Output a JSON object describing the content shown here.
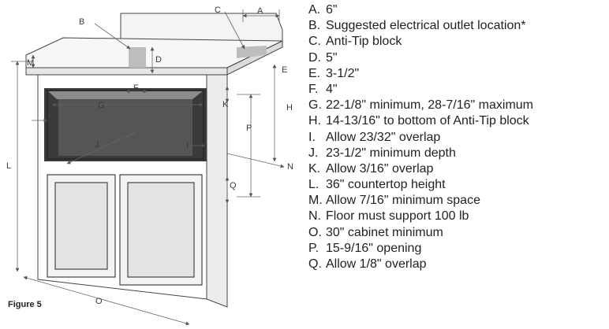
{
  "figure_label": "Figure 5",
  "diagram_labels": {
    "A": "A",
    "B": "B",
    "C": "C",
    "D": "D",
    "E": "E",
    "F": "F",
    "G": "G",
    "H": "H",
    "I1": "I",
    "I2": "I",
    "J": "J",
    "K": "K",
    "L": "L",
    "M": "M",
    "N": "N",
    "O": "O",
    "P": "P",
    "Q": "Q"
  },
  "legend": [
    {
      "key": "A.",
      "text": "6\""
    },
    {
      "key": "B.",
      "text": "Suggested electrical outlet location*"
    },
    {
      "key": "C.",
      "text": "Anti-Tip block"
    },
    {
      "key": "D.",
      "text": "5\""
    },
    {
      "key": "E.",
      "text": "3-1/2\""
    },
    {
      "key": "F.",
      "text": "4\""
    },
    {
      "key": "G.",
      "text": "22-1/8\" minimum, 28-7/16\" maximum"
    },
    {
      "key": "H.",
      "text": "14-13/16\" to bottom of Anti-Tip block"
    },
    {
      "key": "I.",
      "text": "Allow 23/32\" overlap"
    },
    {
      "key": "J.",
      "text": "23-1/2\" minimum depth"
    },
    {
      "key": "K.",
      "text": "Allow 3/16\" overlap"
    },
    {
      "key": "L.",
      "text": "36\" countertop height"
    },
    {
      "key": "M.",
      "text": "Allow 7/16\" minimum space"
    },
    {
      "key": "N.",
      "text": "Floor must support 100 lb"
    },
    {
      "key": "O.",
      "text": "30\" cabinet minimum"
    },
    {
      "key": "P.",
      "text": "15-9/16\" opening"
    },
    {
      "key": "Q.",
      "text": "Allow 1/8\" overlap"
    }
  ]
}
